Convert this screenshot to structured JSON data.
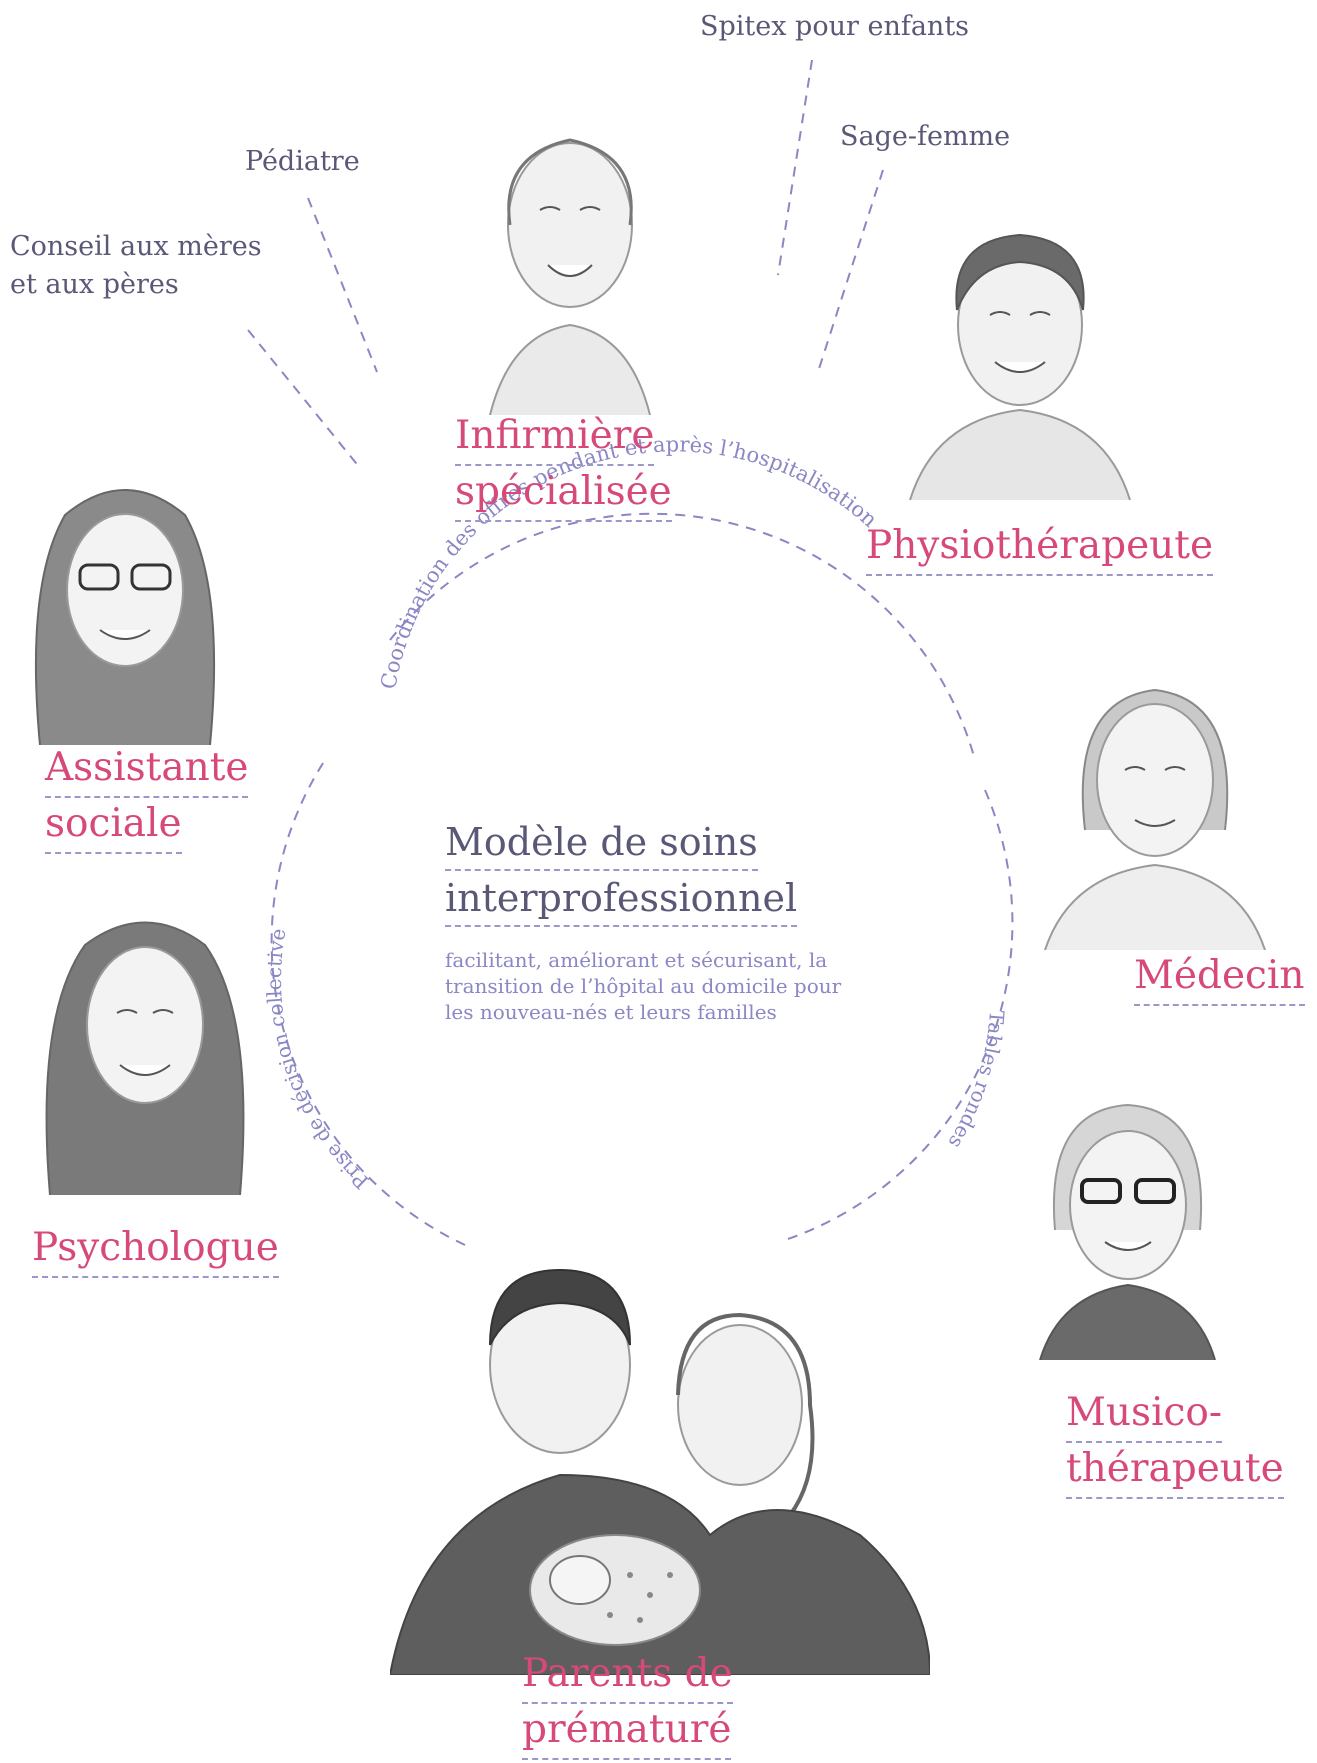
{
  "external_roles": {
    "spitex": "Spitex pour enfants",
    "sage_femme": "Sage-femme",
    "pediatre": "Pédiatre",
    "conseil_line1": "Conseil aux mères",
    "conseil_line2": "et aux pères"
  },
  "roles": {
    "infirmiere": [
      "Infirmière",
      "spécialisée"
    ],
    "physio": [
      "Physiothérapeute"
    ],
    "assistante": [
      "Assistante",
      "sociale"
    ],
    "medecin": [
      "Médecin"
    ],
    "psychologue": [
      "Psychologue"
    ],
    "musico": [
      "Musico-",
      "thérapeute"
    ],
    "parents": [
      "Parents de",
      "prématuré"
    ]
  },
  "center": {
    "title_line1": "Modèle de soins",
    "title_line2": "interprofessionnel",
    "subtitle_line1": "facilitant, améliorant et sécurisant, la",
    "subtitle_line2": "transition de l’hôpital au domicile pour",
    "subtitle_line3": "les nouveau-nés et leurs familles"
  },
  "circle_labels": {
    "top": "Coordination des offres pendant et après l’hospitalisation",
    "left": "Prise de décision collective",
    "right": "Tables rondes"
  },
  "colors": {
    "role_text": "#d6497a",
    "external_text": "#5a5877",
    "dash_lines": "#8a87c4",
    "center_subtitle": "#8a87c4"
  },
  "icons": {
    "portraits": "pencil-sketch-portrait"
  }
}
